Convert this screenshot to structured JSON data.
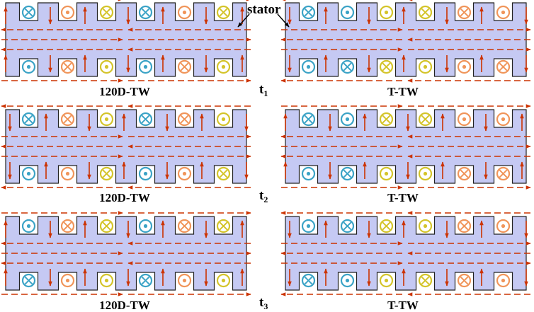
{
  "annotation": {
    "stator_label": "stator"
  },
  "colors": {
    "stator_fill": "#c5c9f3",
    "stator_outline": "#222222",
    "flux_arrow": "#cc3300",
    "coil_blue": "#3ba3c6",
    "coil_orange": "#f0955a",
    "coil_yellow": "#d4c42a"
  },
  "rows": [
    {
      "time": {
        "base": "t",
        "sub": "1"
      },
      "panels": [
        {
          "label": "120D-TW",
          "top_coils": [
            [
              "blue",
              "cross"
            ],
            [
              "orange",
              "dot"
            ],
            [
              "yellow",
              "cross"
            ],
            [
              "blue",
              "cross"
            ],
            [
              "orange",
              "dot"
            ],
            [
              "yellow",
              "cross"
            ]
          ],
          "bottom_coils": [
            [
              "blue",
              "dot"
            ],
            [
              "orange",
              "cross"
            ],
            [
              "yellow",
              "dot"
            ],
            [
              "blue",
              "dot"
            ],
            [
              "orange",
              "cross"
            ],
            [
              "yellow",
              "dot"
            ]
          ]
        },
        {
          "label": "T-TW",
          "top_coils": [
            [
              "blue",
              "cross"
            ],
            [
              "blue",
              "dot"
            ],
            [
              "yellow",
              "dot"
            ],
            [
              "yellow",
              "cross"
            ],
            [
              "orange",
              "cross"
            ],
            [
              "orange",
              "dot"
            ]
          ],
          "bottom_coils": [
            [
              "blue",
              "dot"
            ],
            [
              "blue",
              "cross"
            ],
            [
              "yellow",
              "cross"
            ],
            [
              "yellow",
              "dot"
            ],
            [
              "orange",
              "dot"
            ],
            [
              "orange",
              "cross"
            ]
          ]
        }
      ]
    },
    {
      "time": {
        "base": "t",
        "sub": "2"
      },
      "panels": [
        {
          "label": "120D-TW",
          "top_coils": [
            [
              "blue",
              "cross"
            ],
            [
              "orange",
              "cross"
            ],
            [
              "yellow",
              "dot"
            ],
            [
              "blue",
              "cross"
            ],
            [
              "orange",
              "cross"
            ],
            [
              "yellow",
              "dot"
            ]
          ],
          "bottom_coils": [
            [
              "blue",
              "dot"
            ],
            [
              "orange",
              "dot"
            ],
            [
              "yellow",
              "cross"
            ],
            [
              "blue",
              "dot"
            ],
            [
              "orange",
              "dot"
            ],
            [
              "yellow",
              "cross"
            ]
          ]
        },
        {
          "label": "T-TW",
          "top_coils": [
            [
              "blue",
              "cross"
            ],
            [
              "blue",
              "dot"
            ],
            [
              "yellow",
              "cross"
            ],
            [
              "yellow",
              "cross"
            ],
            [
              "orange",
              "dot"
            ],
            [
              "orange",
              "dot"
            ]
          ],
          "bottom_coils": [
            [
              "blue",
              "dot"
            ],
            [
              "blue",
              "cross"
            ],
            [
              "yellow",
              "dot"
            ],
            [
              "yellow",
              "dot"
            ],
            [
              "orange",
              "cross"
            ],
            [
              "orange",
              "cross"
            ]
          ]
        }
      ]
    },
    {
      "time": {
        "base": "t",
        "sub": "3"
      },
      "panels": [
        {
          "label": "120D-TW",
          "top_coils": [
            [
              "blue",
              "dot"
            ],
            [
              "orange",
              "cross"
            ],
            [
              "yellow",
              "cross"
            ],
            [
              "blue",
              "dot"
            ],
            [
              "orange",
              "cross"
            ],
            [
              "yellow",
              "cross"
            ]
          ],
          "bottom_coils": [
            [
              "blue",
              "cross"
            ],
            [
              "orange",
              "dot"
            ],
            [
              "yellow",
              "dot"
            ],
            [
              "blue",
              "cross"
            ],
            [
              "orange",
              "dot"
            ],
            [
              "yellow",
              "dot"
            ]
          ]
        },
        {
          "label": "T-TW",
          "top_coils": [
            [
              "blue",
              "dot"
            ],
            [
              "blue",
              "cross"
            ],
            [
              "yellow",
              "cross"
            ],
            [
              "yellow",
              "dot"
            ],
            [
              "orange",
              "cross"
            ],
            [
              "orange",
              "dot"
            ]
          ],
          "bottom_coils": [
            [
              "blue",
              "cross"
            ],
            [
              "blue",
              "dot"
            ],
            [
              "yellow",
              "dot"
            ],
            [
              "yellow",
              "cross"
            ],
            [
              "orange",
              "cross"
            ],
            [
              "orange",
              "dot"
            ]
          ]
        }
      ]
    }
  ]
}
